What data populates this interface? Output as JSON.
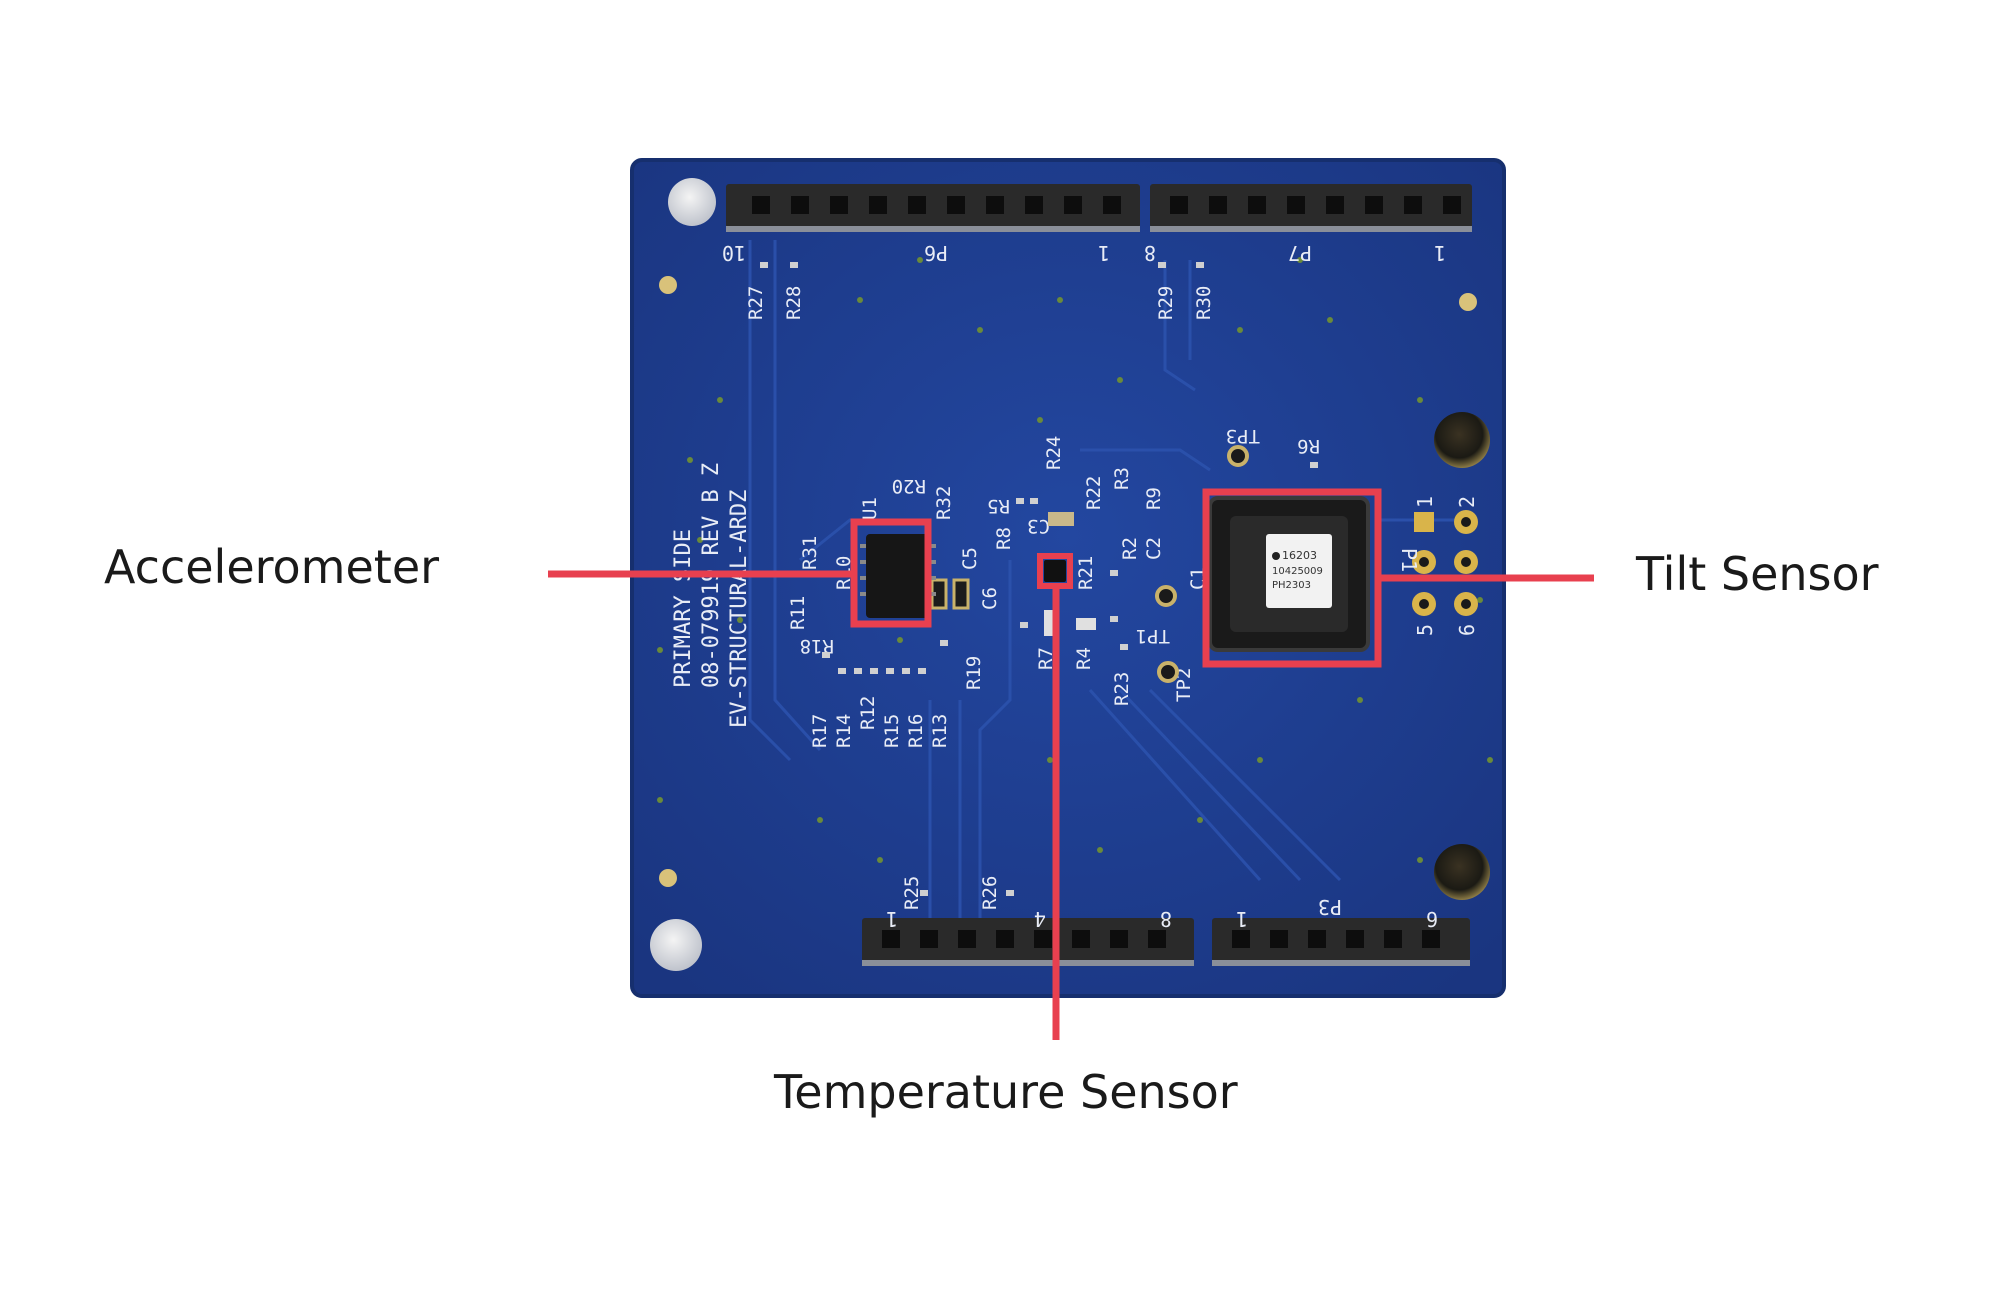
{
  "labels": {
    "accelerometer": "Accelerometer",
    "tilt_sensor": "Tilt Sensor",
    "temperature_sensor": "Temperature Sensor"
  },
  "board": {
    "silkscreen_lines": [
      "PRIMARY SIDE",
      "08-079919 REV B Z",
      "EV-STRUCTURAL-ARDZ"
    ],
    "header_top_left": "P6",
    "header_top_right": "P7",
    "header_bottom_right": "P3",
    "header_side": "P1",
    "pin_labels": {
      "top_left_start": "10",
      "top_left_end": "1",
      "top_right_start": "8",
      "top_right_end": "1",
      "bottom_left_start": "1",
      "bottom_left_mid": "4",
      "bottom_left_end": "8",
      "bottom_right_start": "1",
      "bottom_right_end": "6",
      "side_1": "1",
      "side_2": "2",
      "side_5": "5",
      "side_6": "6"
    },
    "resistors": [
      "R27",
      "R28",
      "R29",
      "R30",
      "R25",
      "R26",
      "R24",
      "R22",
      "R3",
      "R9",
      "R2",
      "R8",
      "R21",
      "R23",
      "R4",
      "R7",
      "R6",
      "R19",
      "R11",
      "R17",
      "R14",
      "R12",
      "R15",
      "R16",
      "R13",
      "R32",
      "R20",
      "R31",
      "R10",
      "R18",
      "R5"
    ],
    "components": [
      "U1",
      "C3",
      "C5",
      "C6",
      "C2",
      "C1",
      "TP1",
      "TP2",
      "TP3"
    ],
    "chip_text": [
      "16203",
      "10425009",
      "PH2303"
    ]
  },
  "colors": {
    "board": "#1f3f8f",
    "board_edge": "#162f6e",
    "highlight": "#e8404f",
    "header": "#2a2a2a",
    "label_text": "#1a1a1a"
  }
}
